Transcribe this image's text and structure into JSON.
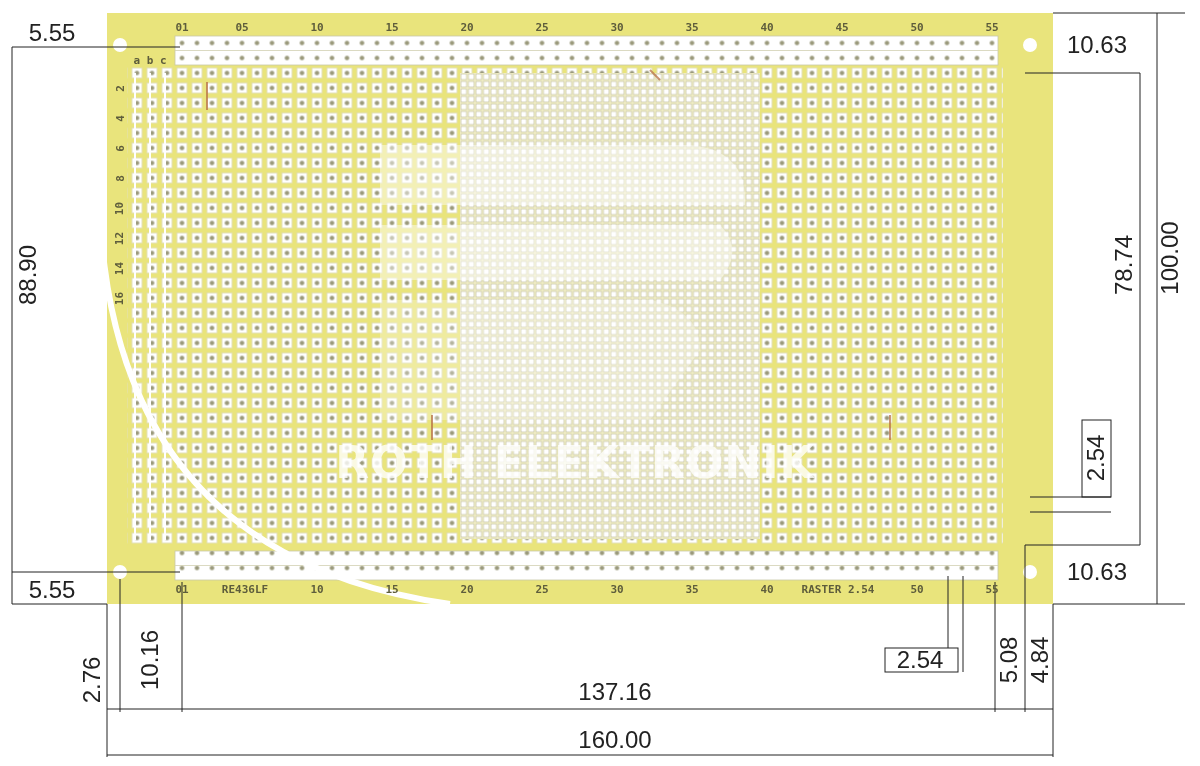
{
  "diagram": {
    "labels": [
      "5.55",
      "10.63",
      "88.90",
      "78.74",
      "100.00",
      "2.54",
      "5.55",
      "10.63",
      "2.76",
      "10.16",
      "137.16",
      "2.54",
      "5.08",
      "4.84",
      "160.00",
      "01",
      "05",
      "10",
      "15",
      "20",
      "25",
      "30",
      "35",
      "40",
      "45",
      "50",
      "55",
      "01",
      "RE436LF",
      "10",
      "15",
      "20",
      "25",
      "30",
      "35",
      "40",
      "RASTER 2.54",
      "50",
      "55",
      "a b c",
      "2",
      "4",
      "6",
      "8",
      "10",
      "12",
      "14",
      "16",
      "ROTH ELEKTRONIK"
    ]
  }
}
